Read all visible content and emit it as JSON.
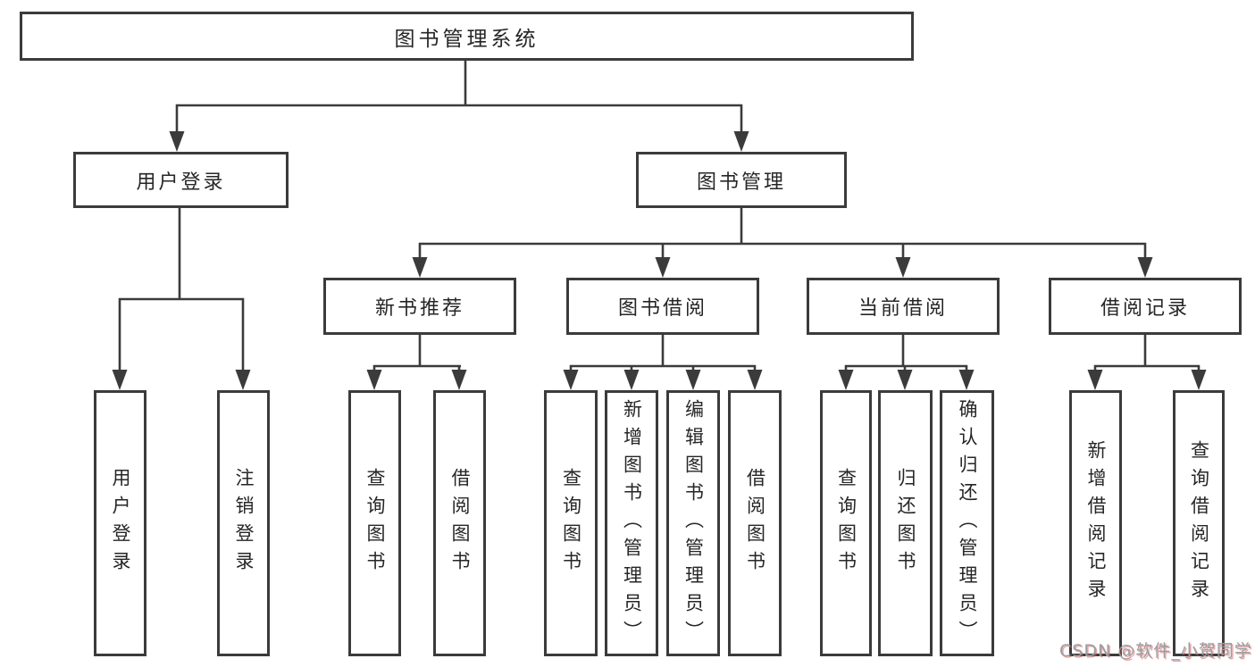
{
  "diagram": {
    "colors": {
      "background": "#ffffff",
      "line": "#3b3b3b",
      "box_border": "#3b3b3b",
      "text": "#262626",
      "watermark_gray": "#9d9da1",
      "watermark_red": "#ce605c"
    },
    "nodes": {
      "root": "图书管理系统",
      "userLogin": "用户登录",
      "bookMgmt": "图书管理",
      "newBookRecommend": "新书推荐",
      "bookBorrow": "图书借阅",
      "currentBorrow": "当前借阅",
      "borrowRecords": "借阅记录",
      "leafUserLogin": "用户登录",
      "leafLogout": "注销登录",
      "leafNbQuery": "查询图书",
      "leafNbBorrow": "借阅图书",
      "leafBbQuery": "查询图书",
      "leafBbAdd": "新增图书（管理员）",
      "leafBbEdit": "编辑图书（管理员）",
      "leafBbBorrow": "借阅图书",
      "leafCbQuery": "查询图书",
      "leafCbReturn": "归还图书",
      "leafCbConfirm": "确认归还（管理员）",
      "leafBrAdd": "新增借阅记录",
      "leafBrQuery": "查询借阅记录"
    },
    "watermark": "CSDN @软件_小贺同学"
  }
}
